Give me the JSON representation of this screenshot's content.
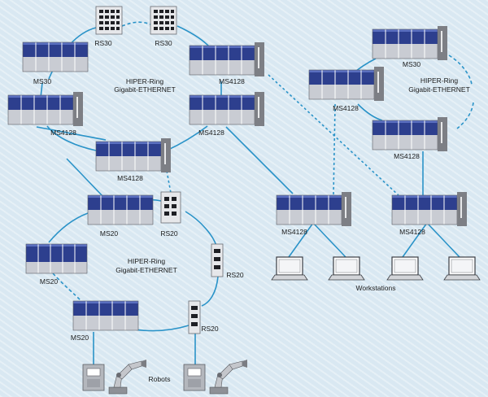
{
  "diagram": {
    "title": "",
    "rings": [
      {
        "line1": "HIPER-Ring",
        "line2": "Gigabit-ETHERNET"
      },
      {
        "line1": "HIPER-Ring",
        "line2": "Gigabit-ETHERNET"
      },
      {
        "line1": "HIPER-Ring",
        "line2": "Gigabit-ETHERNET"
      }
    ],
    "labels": {
      "rs30_a": "RS30",
      "rs30_b": "RS30",
      "ms30_left": "MS30",
      "ms4128_top_right": "MS4128",
      "ms4128_mid_left": "MS4128",
      "ms4128_mid_right": "MS4128",
      "ms4128_center": "MS4128",
      "ms30_right": "MS30",
      "ms4128_right_upper": "MS4128",
      "ms4128_right_lower": "MS4128",
      "ms20_top": "MS20",
      "rs20_top": "RS20",
      "ms20_left": "MS20",
      "rs20_mid": "RS20",
      "ms20_bottom": "MS20",
      "rs20_bottom": "RS20",
      "ms4128_work_left": "MS4128",
      "ms4128_work_right": "MS4128",
      "workstations": "Workstations",
      "robots": "Robots"
    },
    "colors": {
      "link": "#2a93c8",
      "module_top": "#2d3f8e",
      "module_body": "#c9ccd3",
      "psu": "#7d7f85",
      "background": "#d9e8f2"
    },
    "icons": [
      "modular-switch-icon",
      "rail-switch-icon",
      "workstation-icon",
      "robot-arm-icon",
      "control-cabinet-icon"
    ]
  }
}
